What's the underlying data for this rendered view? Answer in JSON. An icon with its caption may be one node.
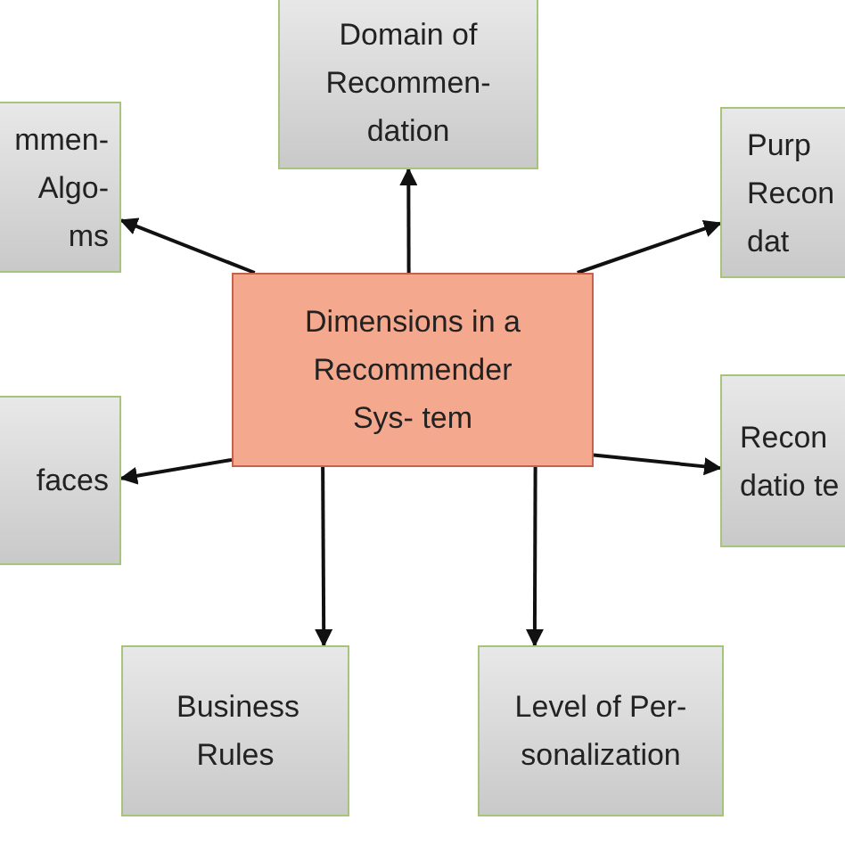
{
  "diagram": {
    "nodes": [
      {
        "text": [
          "Dimensions in a Recommender Sys- tem"
        ]
      },
      {
        "text": [
          "Domain of Recommen- dation"
        ]
      },
      {
        "text": [
          "mmen- Algo- ms"
        ]
      },
      {
        "text": [
          "Purp Recon dat"
        ]
      },
      {
        "text": [
          "faces"
        ]
      },
      {
        "text": [
          "Recon datio te"
        ]
      },
      {
        "text": [
          "Business Rules"
        ]
      },
      {
        "text": [
          "Level of Per- sonalization"
        ]
      }
    ],
    "edges": [
      {
        "from": 0,
        "to": 1,
        "arrow": "to"
      },
      {
        "from": 0,
        "to": 2,
        "arrow": "to"
      },
      {
        "from": 0,
        "to": 3,
        "arrow": "to"
      },
      {
        "from": 0,
        "to": 4,
        "arrow": "to"
      },
      {
        "from": 0,
        "to": 5,
        "arrow": "to"
      },
      {
        "from": 0,
        "to": 6,
        "arrow": "to"
      },
      {
        "from": 0,
        "to": 7,
        "arrow": "to"
      }
    ]
  }
}
